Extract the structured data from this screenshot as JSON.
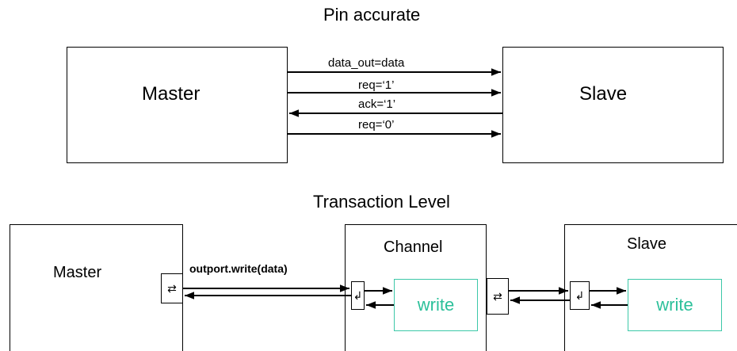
{
  "pin_level": {
    "title": "Pin accurate",
    "master_label": "Master",
    "slave_label": "Slave",
    "signals": [
      "data_out=data",
      "req=‘1’",
      "ack=‘1’",
      "req=‘0’"
    ]
  },
  "transaction_level": {
    "title": "Transaction Level",
    "master_label": "Master",
    "channel_label": "Channel",
    "slave_label": "Slave",
    "call_label": "outport.write(data)",
    "channel_method": "write",
    "slave_method": "write",
    "port_glyph": "⇄",
    "export_glyph": "↲"
  }
}
